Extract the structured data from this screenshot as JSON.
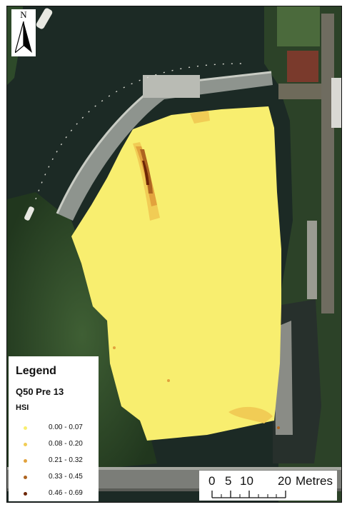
{
  "north_arrow": {
    "letter": "N",
    "icon": "north-arrow-icon"
  },
  "legend": {
    "title": "Legend",
    "layer_name": "Q50 Pre 13",
    "field": "HSI",
    "classes": [
      {
        "label": "0.00 - 0.07",
        "color": "#f8ee6f"
      },
      {
        "label": "0.08 - 0.20",
        "color": "#f1cc55"
      },
      {
        "label": "0.21 - 0.32",
        "color": "#e2a23d"
      },
      {
        "label": "0.33 - 0.45",
        "color": "#ad6420"
      },
      {
        "label": "0.46 - 0.69",
        "color": "#6d2606"
      }
    ]
  },
  "scale_bar": {
    "ticks": [
      "0",
      "5",
      "10",
      "20"
    ],
    "unit": "Metres"
  },
  "colors": {
    "river": "#1c2a25",
    "vegetation": "#2f4a2a",
    "weir_concrete": "#8e948e",
    "lock_channel": "#27302c",
    "road": "#7b7d78",
    "hsi_low": "#f8ee6f"
  }
}
